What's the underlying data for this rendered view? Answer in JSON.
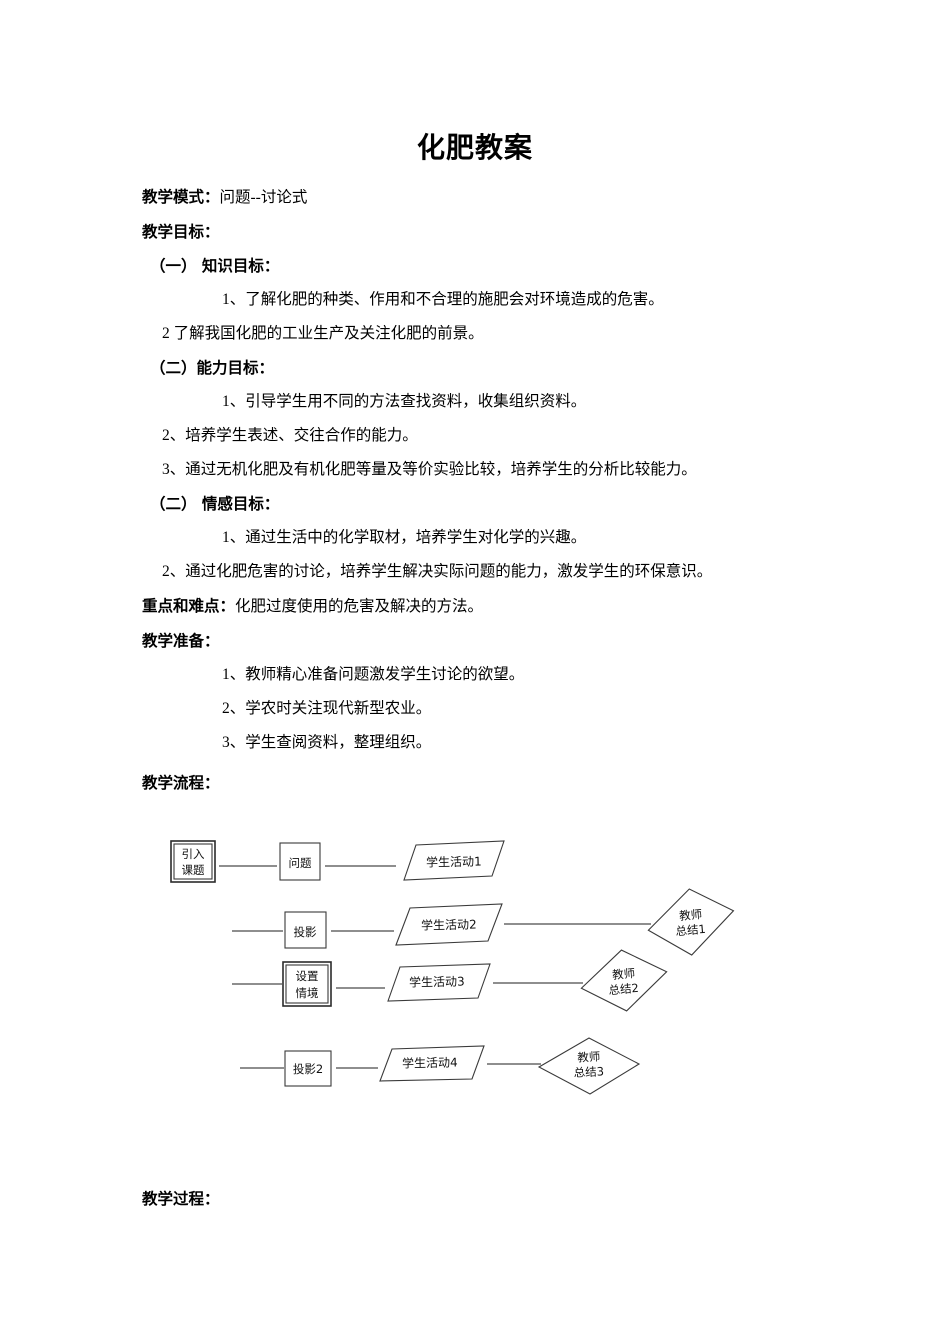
{
  "document": {
    "title": "化肥教案"
  },
  "sections": {
    "teaching_mode": {
      "label": "教学模式：",
      "value": "问题--讨论式"
    },
    "objectives_heading": "教学目标：",
    "knowledge": {
      "heading": "（一） 知识目标：",
      "items": [
        "1、了解化肥的种类、作用和不合理的施肥会对环境造成的危害。",
        "2 了解我国化肥的工业生产及关注化肥的前景。"
      ]
    },
    "ability": {
      "heading": "（二）能力目标：",
      "items": [
        "1、引导学生用不同的方法查找资料，收集组织资料。",
        "2、培养学生表述、交往合作的能力。",
        "3、通过无机化肥及有机化肥等量及等价实验比较，培养学生的分析比较能力。"
      ]
    },
    "emotion": {
      "heading": "（二） 情感目标：",
      "items": [
        "1、通过生活中的化学取材，培养学生对化学的兴趣。",
        "2、通过化肥危害的讨论，培养学生解决实际问题的能力，激发学生的环保意识。"
      ]
    },
    "key_difficult": {
      "label": "重点和难点：",
      "value": "化肥过度使用的危害及解决的方法。"
    },
    "preparation": {
      "heading": "教学准备：",
      "items": [
        "1、教师精心准备问题激发学生讨论的欲望。",
        "2、学农时关注现代新型农业。",
        "3、学生查阅资料，整理组织。"
      ]
    },
    "flow_heading": "教学流程：",
    "process_heading": "教学过程："
  },
  "flowchart": {
    "nodes": {
      "intro": {
        "line1": "引入",
        "line2": "课题",
        "shape": "rect"
      },
      "question": {
        "line1": "问题",
        "shape": "rect"
      },
      "activity1": {
        "line1": "学生活动1",
        "shape": "parallelogram"
      },
      "projection1": {
        "line1": "投影",
        "shape": "rect"
      },
      "activity2": {
        "line1": "学生活动2",
        "shape": "parallelogram"
      },
      "summary1": {
        "line1": "教师",
        "line2": "总结1",
        "shape": "diamond"
      },
      "scenario": {
        "line1": "设置",
        "line2": "情境",
        "shape": "rect"
      },
      "activity3": {
        "line1": "学生活动3",
        "shape": "parallelogram"
      },
      "summary2": {
        "line1": "教师",
        "line2": "总结2",
        "shape": "diamond"
      },
      "projection2": {
        "line1": "投影2",
        "shape": "rect"
      },
      "activity4": {
        "line1": "学生活动4",
        "shape": "parallelogram"
      },
      "summary3": {
        "line1": "教师",
        "line2": "总结3",
        "shape": "diamond"
      }
    }
  },
  "colors": {
    "page_background": "#ffffff",
    "text": "#000000",
    "shape_stroke": "#3a3a3a",
    "connector": "#4a4a4a"
  }
}
